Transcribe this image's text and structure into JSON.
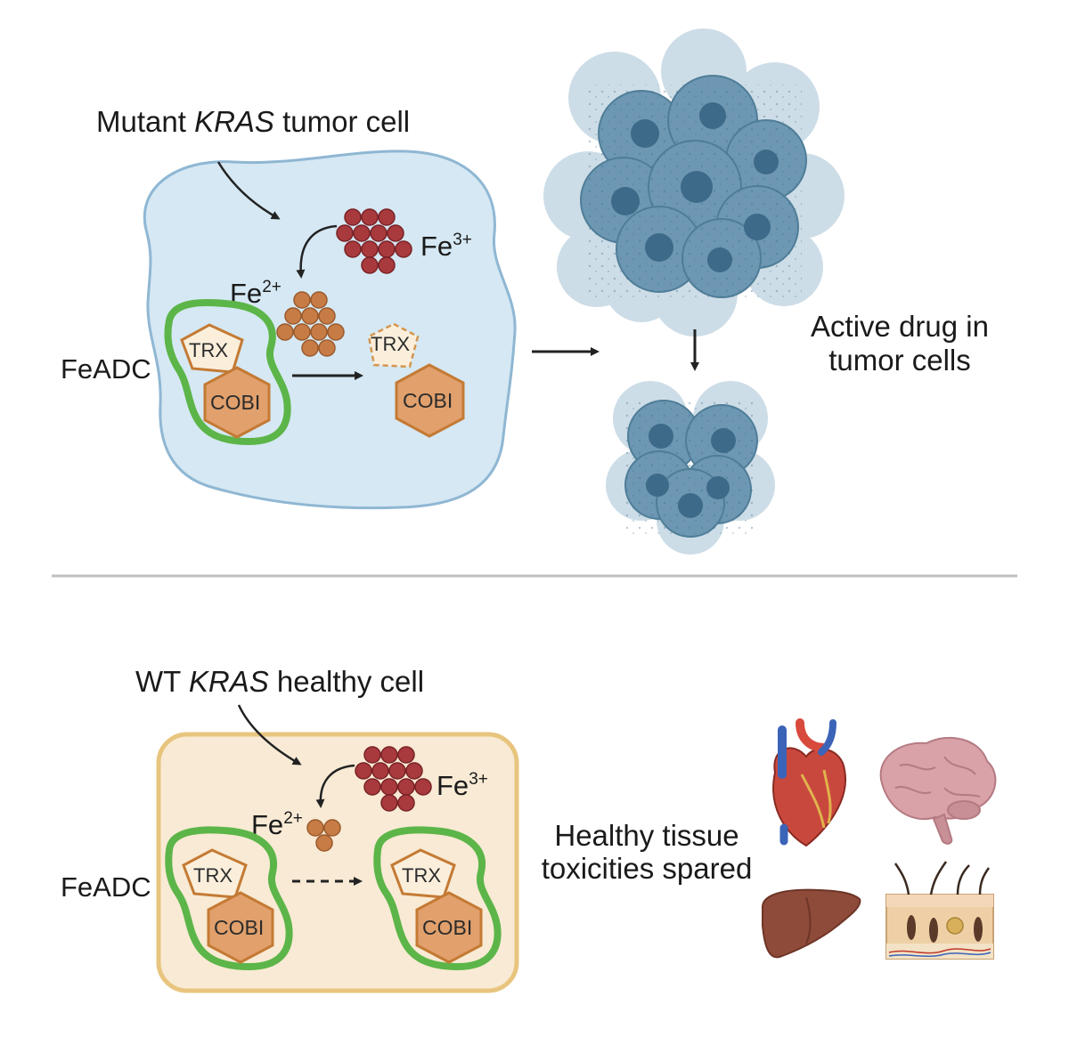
{
  "top_panel": {
    "title_prefix": "Mutant ",
    "title_gene": "KRAS",
    "title_suffix": " tumor cell",
    "fe3_label": "Fe",
    "fe3_sup": "3+",
    "fe2_label": "Fe",
    "fe2_sup": "2+",
    "feadc_label": "FeADC",
    "trx_label": "TRX",
    "cobi_label": "COBI",
    "trx_released_label": "TRX",
    "cobi_released_label": "COBI",
    "outcome_line1": "Active drug in",
    "outcome_line2": "tumor cells"
  },
  "bottom_panel": {
    "title_prefix": "WT ",
    "title_gene": "KRAS",
    "title_suffix": "  healthy cell",
    "fe3_label": "Fe",
    "fe3_sup": "3+",
    "fe2_label": "Fe",
    "fe2_sup": "2+",
    "feadc_label": "FeADC",
    "trx_label": "TRX",
    "cobi_label": "COBI",
    "trx_label_2": "TRX",
    "cobi_label_2": "COBI",
    "outcome_line1": "Healthy tissue",
    "outcome_line2": "toxicities spared",
    "organs": [
      "heart-icon",
      "brain-icon",
      "liver-icon",
      "skin-icon"
    ]
  },
  "colors": {
    "tumor_cell_fill": "#d5e8f3",
    "tumor_cell_stroke": "#8fb7d3",
    "healthy_cell_fill": "#f8ead4",
    "healthy_cell_stroke": "#e8c57f",
    "fe3": "#a83a3e",
    "fe2": "#c77c46",
    "feadc_ring": "#5cb548",
    "cobi_fill": "#e1a06c",
    "cobi_stroke": "#c47a34",
    "trx_fill": "#fbefdc",
    "tumor_mass": "#5b8aa6",
    "divider": "#bfbfbf"
  }
}
